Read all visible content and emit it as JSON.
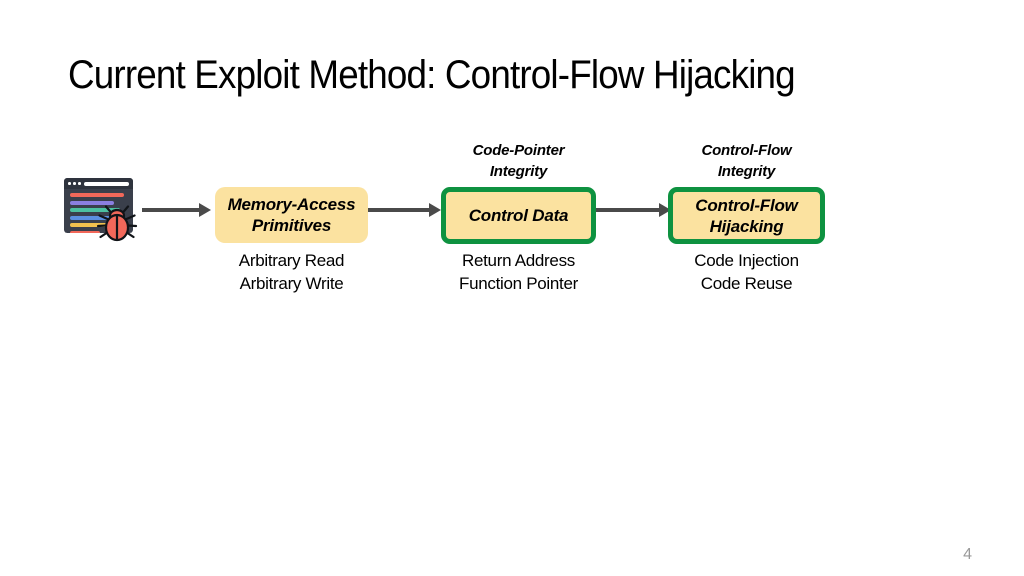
{
  "slide": {
    "title": "Current Exploit Method: Control-Flow Hijacking",
    "page_number": "4",
    "background_color": "#FFFFFF"
  },
  "theme": {
    "box_fill": "#FBE2A0",
    "box_border_green": "#0E9240",
    "arrow_color": "#4A4A4A",
    "title_color": "#000000",
    "page_number_color": "#9A9A9A"
  },
  "diagram": {
    "source_icon": {
      "name": "buggy-code-window-icon",
      "window_color": "#3A3F4B",
      "bug_color": "#F2685A",
      "code_line_colors": [
        "#F2685A",
        "#8B7FE0",
        "#4CC0A0",
        "#5B8FE0",
        "#F2C14E",
        "#F2685A"
      ]
    },
    "nodes": [
      {
        "id": "memory-access-primitives",
        "label": "Memory-Access Primitives",
        "label_line1": "Memory-Access",
        "label_line2": "Primitives",
        "bordered": false,
        "over_label": "",
        "caption_line1": "Arbitrary Read",
        "caption_line2": "Arbitrary Write"
      },
      {
        "id": "control-data",
        "label": "Control Data",
        "label_line1": "Control Data",
        "label_line2": "",
        "bordered": true,
        "over_label": "Code-Pointer Integrity",
        "over_label_line1": "Code-Pointer",
        "over_label_line2": "Integrity",
        "caption_line1": "Return Address",
        "caption_line2": "Function Pointer"
      },
      {
        "id": "control-flow-hijacking",
        "label": "Control-Flow Hijacking",
        "label_line1": "Control-Flow",
        "label_line2": "Hijacking",
        "bordered": true,
        "over_label": "Control-Flow Integrity",
        "over_label_line1": "Control-Flow",
        "over_label_line2": "Integrity",
        "caption_line1": "Code Injection",
        "caption_line2": "Code Reuse"
      }
    ],
    "arrows": [
      {
        "id": "arrow-icon-to-primitives",
        "from": "source-icon",
        "to": "memory-access-primitives"
      },
      {
        "id": "arrow-primitives-to-control-data",
        "from": "memory-access-primitives",
        "to": "control-data"
      },
      {
        "id": "arrow-control-data-to-hijacking",
        "from": "control-data",
        "to": "control-flow-hijacking"
      }
    ]
  }
}
